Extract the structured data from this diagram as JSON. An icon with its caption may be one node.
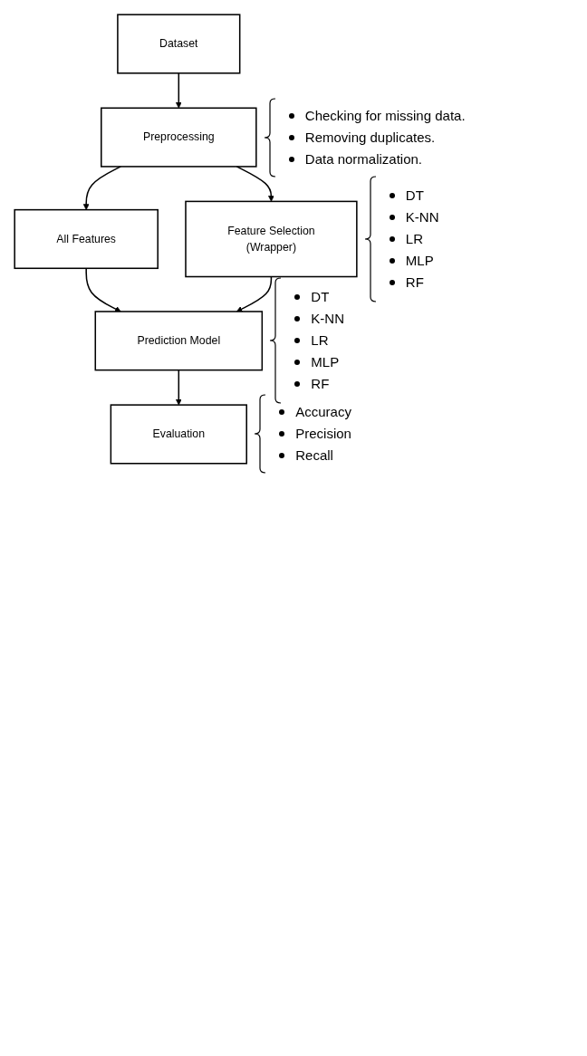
{
  "diagram": {
    "nodes": [
      {
        "text": [
          "Dataset"
        ]
      },
      {
        "text": [
          "Preprocessing"
        ],
        "beside": [
          "Checking for missing data.",
          "Removing duplicates.",
          "Data normalization."
        ]
      },
      {
        "text": [
          "All Features"
        ]
      },
      {
        "text": [
          "Feature Selection",
          "(Wrapper)"
        ],
        "beside": [
          "DT",
          "K-NN",
          "LR",
          "MLP",
          "RF"
        ]
      },
      {
        "text": [
          "Prediction Model"
        ],
        "beside": [
          "DT",
          "K-NN",
          "LR",
          "MLP",
          "RF"
        ]
      },
      {
        "text": [
          "Evaluation"
        ],
        "beside": [
          "Accuracy",
          "Precision",
          "Recall"
        ]
      }
    ],
    "edges": [
      {
        "from": 0,
        "to": 1,
        "arrow": "to"
      },
      {
        "from": 1,
        "to": 2,
        "arrow": "to"
      },
      {
        "from": 1,
        "to": 3,
        "arrow": "to"
      },
      {
        "from": 2,
        "to": 4,
        "arrow": "to"
      },
      {
        "from": 3,
        "to": 4,
        "arrow": "to"
      },
      {
        "from": 4,
        "to": 5,
        "arrow": "to"
      }
    ]
  }
}
